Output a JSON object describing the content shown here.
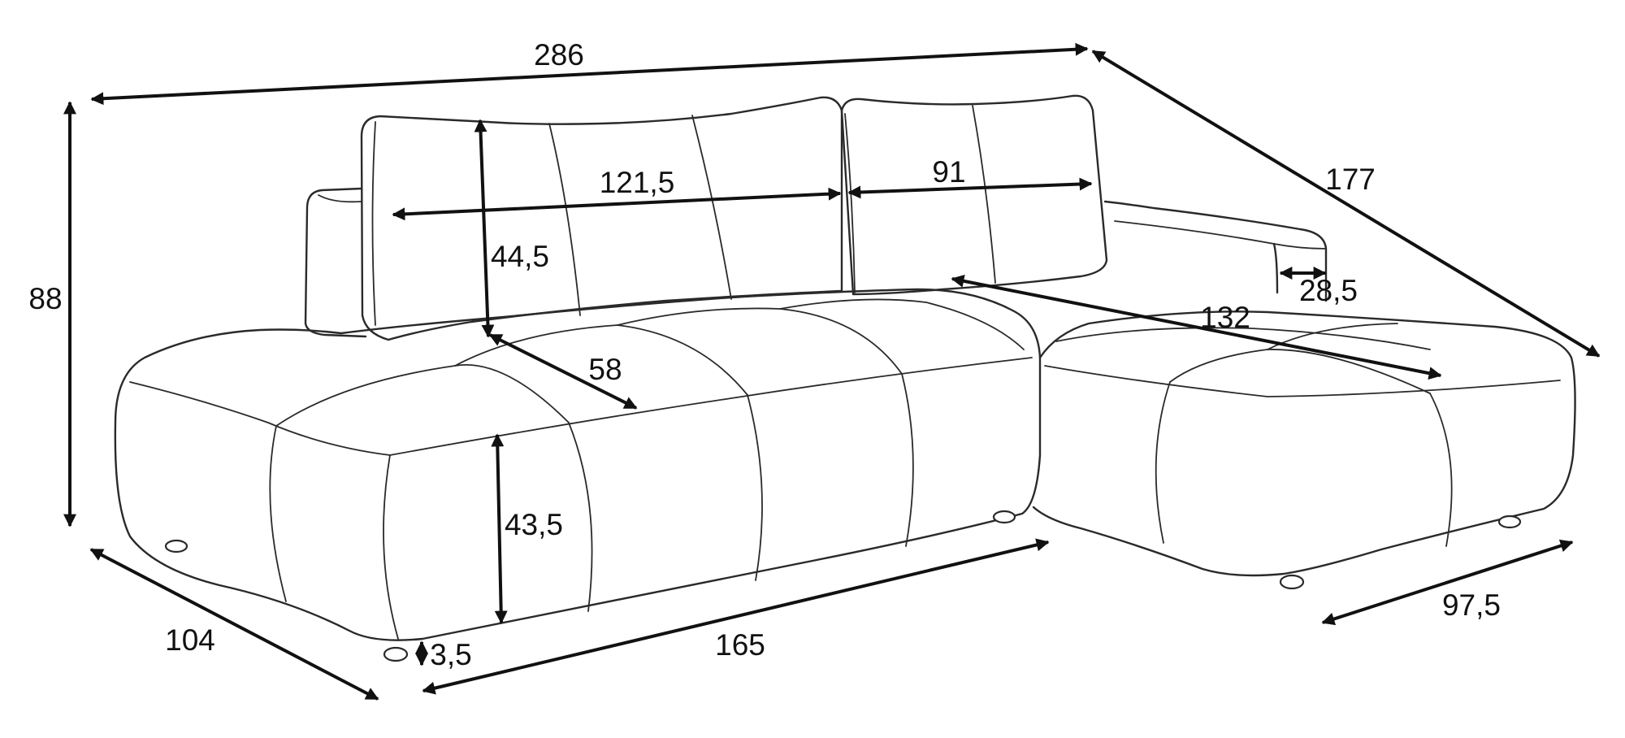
{
  "diagram": {
    "dimensions": {
      "total_width": "286",
      "total_height": "88",
      "chaise_length": "177",
      "back_cushion_left_width": "121,5",
      "back_cushion_right_width": "91",
      "back_cushion_height": "44,5",
      "seat_depth": "58",
      "seat_height": "43,5",
      "foot_height": "3,5",
      "sofa_depth": "104",
      "base_length": "165",
      "armrest_width": "28,5",
      "chaise_seat_length": "132",
      "chaise_width": "97,5"
    },
    "colors": {
      "line": "#2a2a2a",
      "dimension": "#111111",
      "background": "#ffffff"
    }
  }
}
